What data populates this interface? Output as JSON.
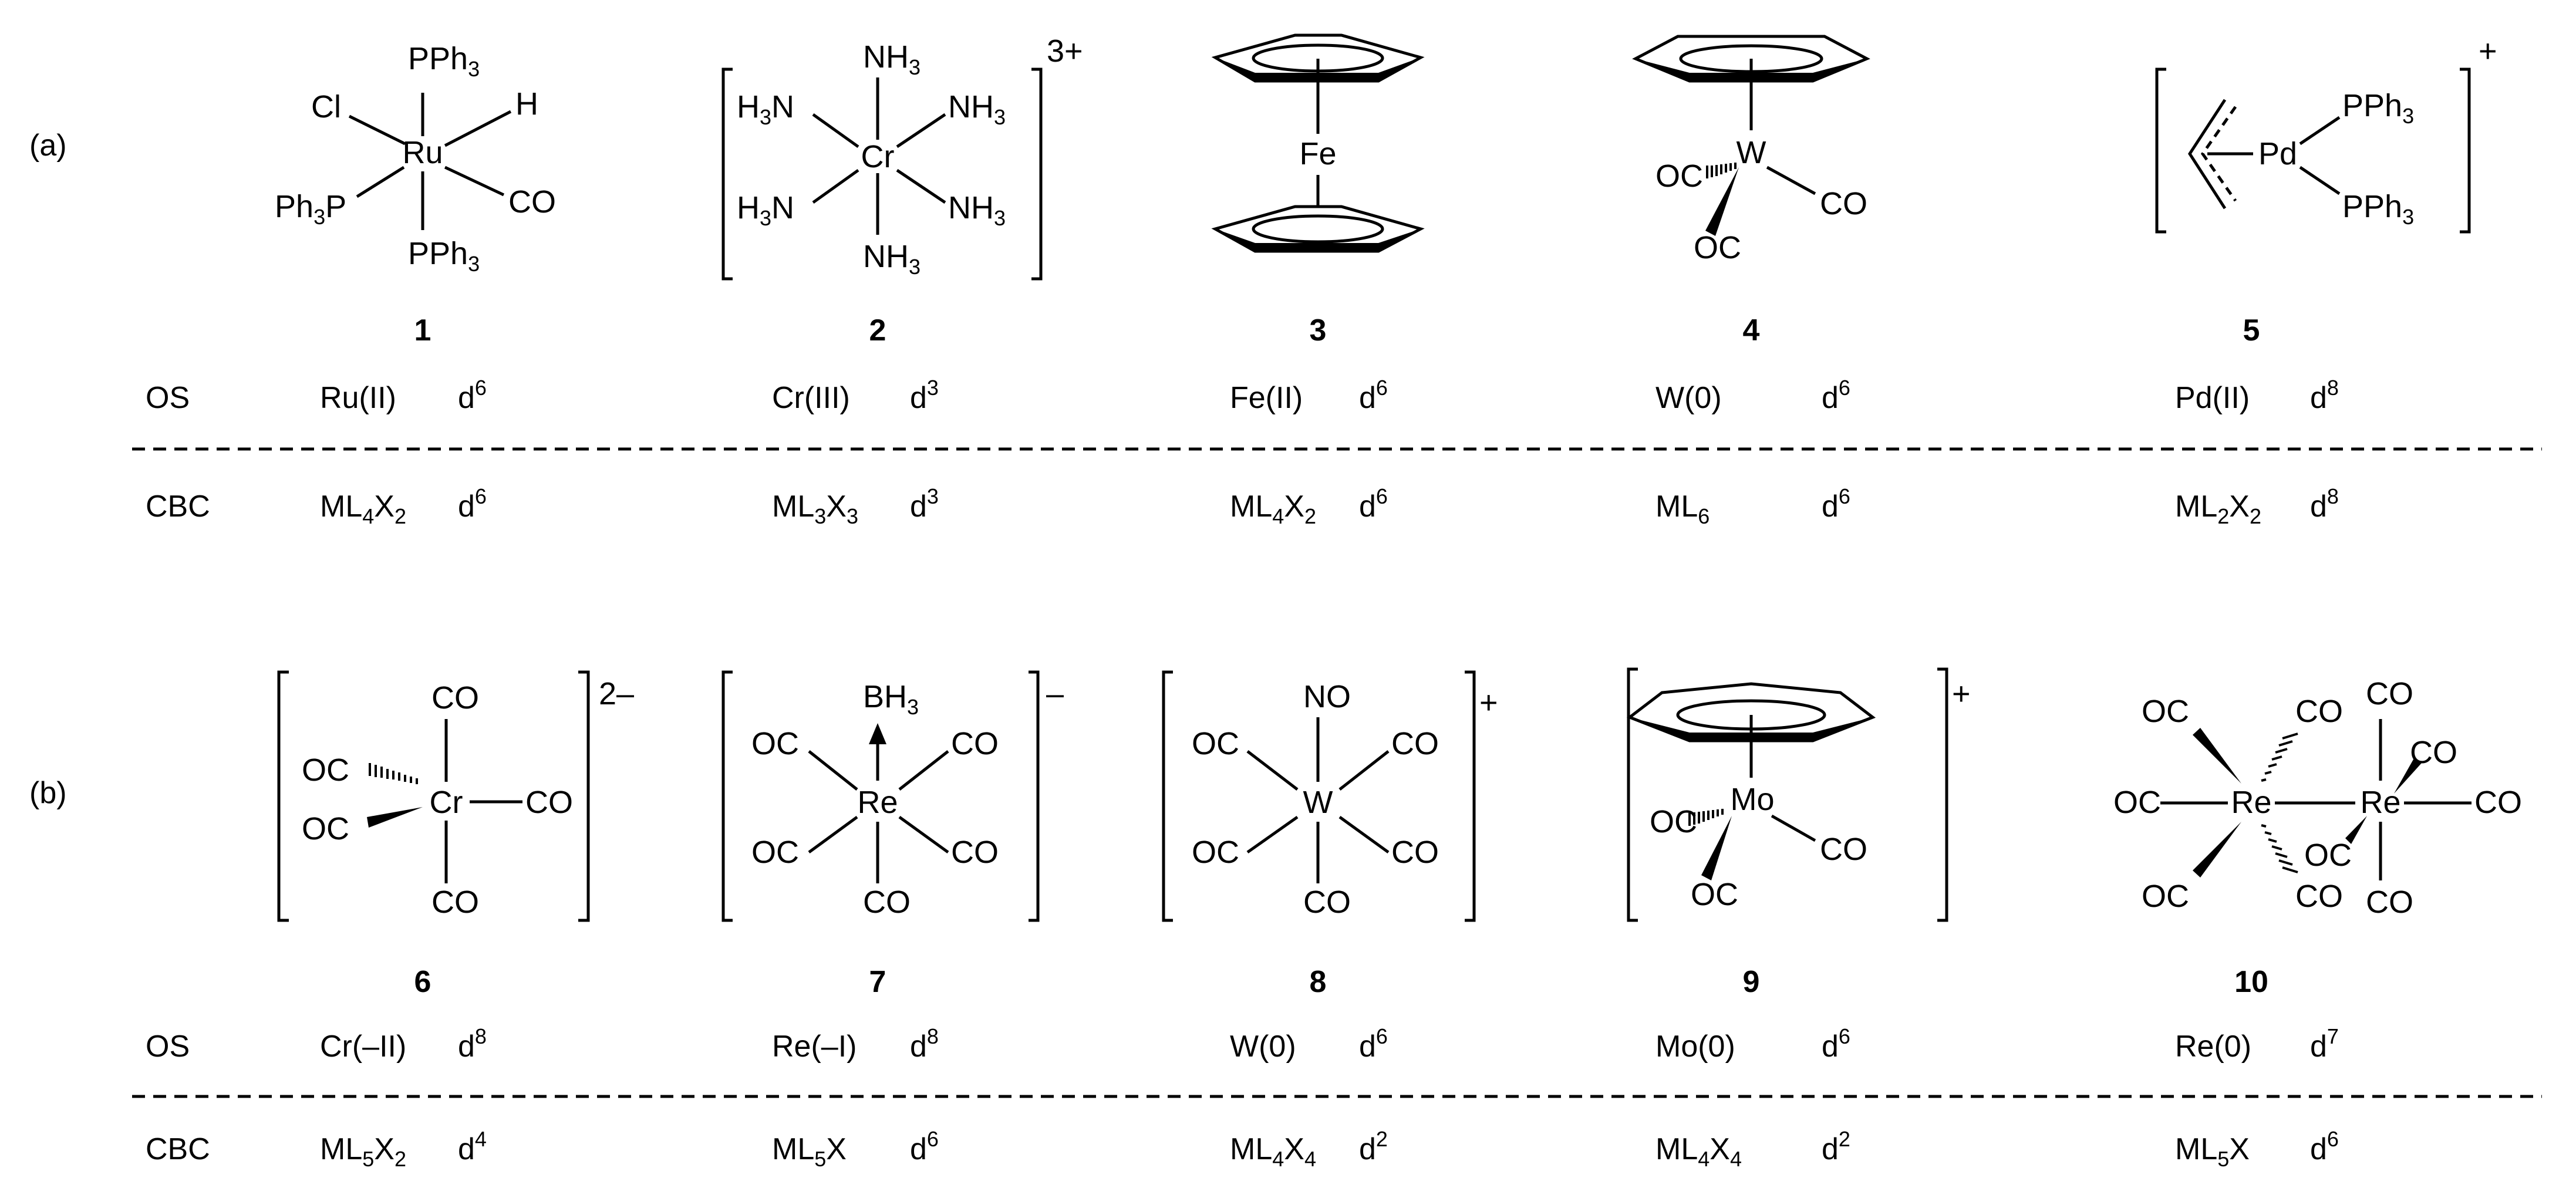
{
  "panels": [
    {
      "label": "(a)",
      "compounds": [
        {
          "number": "1",
          "os": "Ru(II)",
          "os_d": "6",
          "cbc_parts": [
            "ML",
            "4",
            "X",
            "2"
          ],
          "cbc_d": "6"
        },
        {
          "number": "2",
          "os": "Cr(III)",
          "os_d": "3",
          "cbc_parts": [
            "ML",
            "3",
            "X",
            "3"
          ],
          "cbc_d": "3"
        },
        {
          "number": "3",
          "os": "Fe(II)",
          "os_d": "6",
          "cbc_parts": [
            "ML",
            "4",
            "X",
            "2"
          ],
          "cbc_d": "6"
        },
        {
          "number": "4",
          "os": "W(0)",
          "os_d": "6",
          "cbc_parts": [
            "ML",
            "6",
            "",
            ""
          ],
          "cbc_d": "6"
        },
        {
          "number": "5",
          "os": "Pd(II)",
          "os_d": "8",
          "cbc_parts": [
            "ML",
            "2",
            "X",
            "2"
          ],
          "cbc_d": "8"
        }
      ]
    },
    {
      "label": "(b)",
      "compounds": [
        {
          "number": "6",
          "os": "Cr(–II)",
          "os_d": "8",
          "cbc_parts": [
            "ML",
            "5",
            "X",
            "2"
          ],
          "cbc_d": "4"
        },
        {
          "number": "7",
          "os": "Re(–I)",
          "os_d": "8",
          "cbc_parts": [
            "ML",
            "5",
            "X",
            ""
          ],
          "cbc_d": "6"
        },
        {
          "number": "8",
          "os": "W(0)",
          "os_d": "6",
          "cbc_parts": [
            "ML",
            "4",
            "X",
            "4"
          ],
          "cbc_d": "2"
        },
        {
          "number": "9",
          "os": "Mo(0)",
          "os_d": "6",
          "cbc_parts": [
            "ML",
            "4",
            "X",
            "4"
          ],
          "cbc_d": "2"
        },
        {
          "number": "10",
          "os": "Re(0)",
          "os_d": "7",
          "cbc_parts": [
            "ML",
            "5",
            "X",
            ""
          ],
          "cbc_d": "6"
        }
      ]
    }
  ],
  "row_labels": {
    "os": "OS",
    "cbc": "CBC"
  },
  "d_prefix": "d",
  "charges": {
    "c2": "3+",
    "c5": "+",
    "c6": "2–",
    "c7": "–",
    "c8": "+",
    "c9": "+"
  },
  "atoms": {
    "ru": "Ru",
    "cr": "Cr",
    "fe": "Fe",
    "w": "W",
    "pd": "Pd",
    "re": "Re",
    "mo": "Mo",
    "pph3": "PPh",
    "pph3_sub": "3",
    "ph3p": "Ph",
    "ph3p_sub": "3",
    "ph3p_tail": "P",
    "cl": "Cl",
    "h": "H",
    "co": "CO",
    "oc": "OC",
    "nh3": "NH",
    "h3n": "H",
    "n": "N",
    "sub3": "3",
    "bh3": "BH",
    "no": "NO"
  }
}
